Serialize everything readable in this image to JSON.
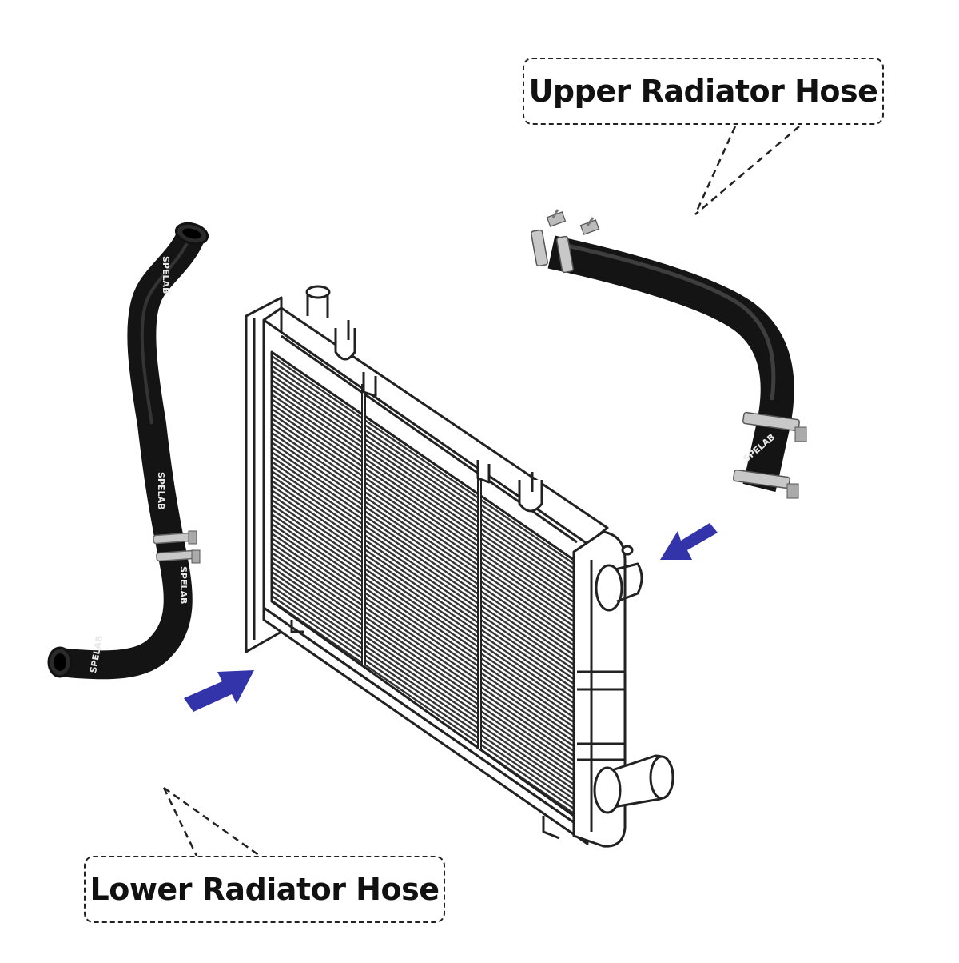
{
  "labels": {
    "upper": "Upper Radiator Hose",
    "lower": "Lower Radiator Hose"
  },
  "brand_mark": "SPELAB",
  "colors": {
    "arrow": "#3333aa",
    "hose": "#141414",
    "outline": "#222222",
    "clamp": "#c8c8c8"
  },
  "icons": [
    "arrow-right-icon",
    "arrow-left-icon"
  ]
}
